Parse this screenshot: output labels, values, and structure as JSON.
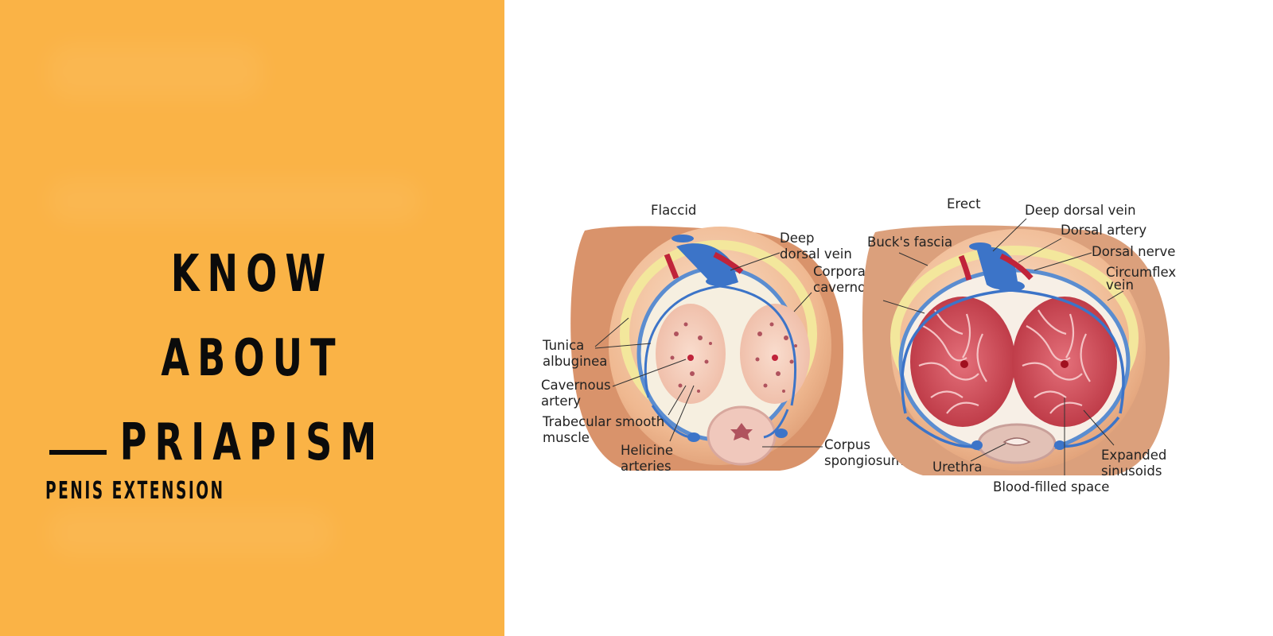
{
  "left_panel": {
    "title_lines": [
      "KNOW ABOUT",
      "PRIAPISM"
    ],
    "subtitle": "PENIS EXTENSION",
    "background_color": "#fab346",
    "text_color": "#0b0b0b"
  },
  "diagram": {
    "flaccid": {
      "heading": "Flaccid",
      "labels": {
        "deep_dorsal_vein": [
          "Deep",
          "dorsal vein"
        ],
        "corpora_cavernosa": [
          "Corpora",
          "cavernosa"
        ],
        "tunica_albuginea": [
          "Tunica",
          "albuginea"
        ],
        "cavernous_artery": [
          "Cavernous",
          "artery"
        ],
        "trabecular_smooth_muscle": [
          "Trabecular smooth",
          "muscle"
        ],
        "helicine_arteries": [
          "Helicine",
          "arteries"
        ],
        "corpus_spongiosum": [
          "Corpus",
          "spongiosum"
        ]
      }
    },
    "erect": {
      "heading": "Erect",
      "labels": {
        "deep_dorsal_vein": [
          "Deep dorsal vein"
        ],
        "dorsal_artery": [
          "Dorsal artery"
        ],
        "bucks_fascia": [
          "Buck's fascia"
        ],
        "dorsal_nerve": [
          "Dorsal nerve"
        ],
        "circumflex_vein": [
          "Circumflex",
          "vein"
        ],
        "expanded_sinusoids": [
          "Expanded",
          "sinusoids"
        ],
        "urethra": [
          "Urethra"
        ],
        "blood_filled_space": [
          "Blood-filled space"
        ]
      }
    }
  }
}
